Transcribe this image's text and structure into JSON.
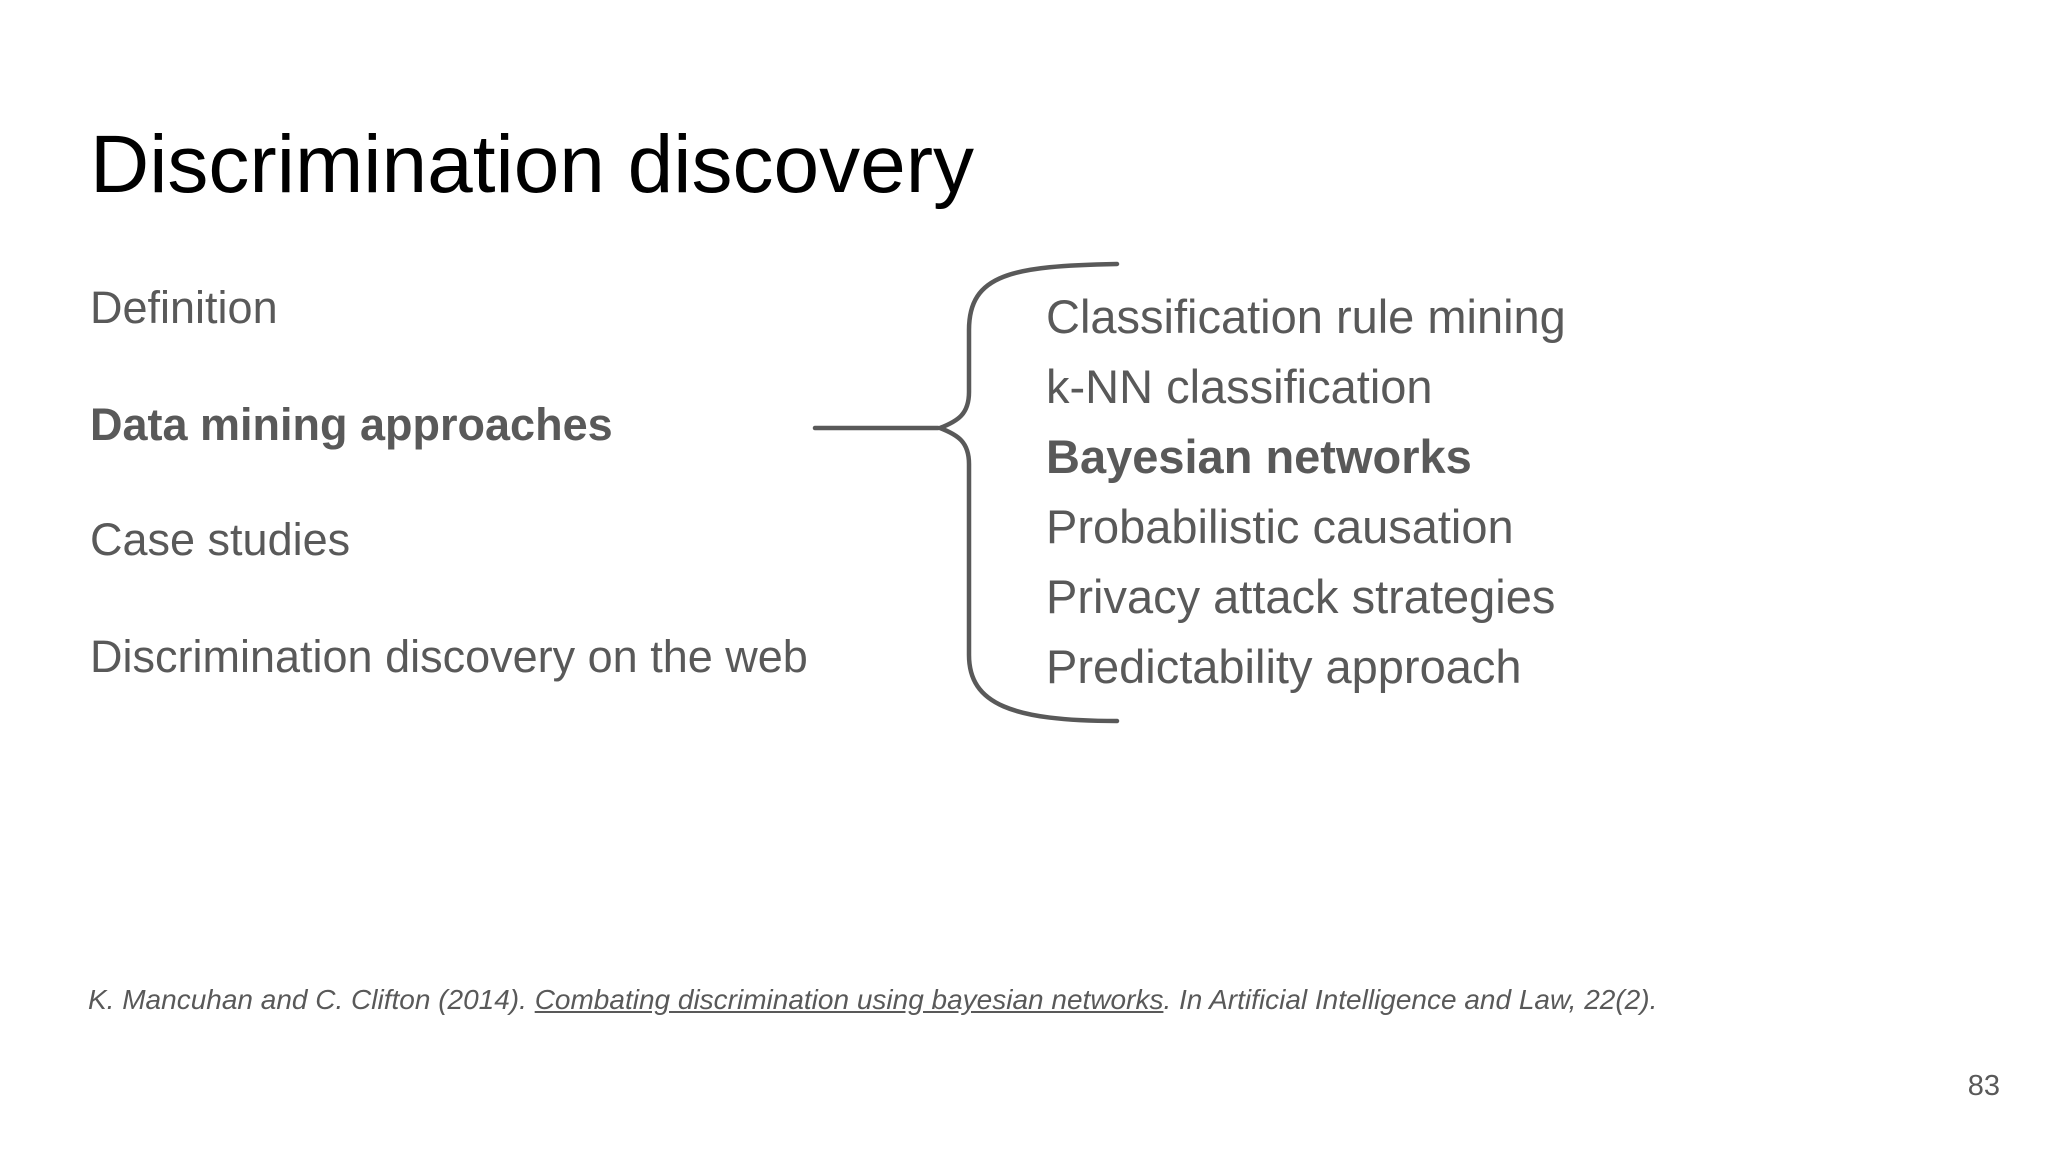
{
  "slide": {
    "title": "Discrimination discovery",
    "outline": [
      {
        "label": "Definition",
        "bold": false
      },
      {
        "label": "Data mining approaches",
        "bold": true
      },
      {
        "label": "Case studies",
        "bold": false
      },
      {
        "label": "Discrimination discovery on the web",
        "bold": false
      }
    ],
    "approaches": [
      {
        "label": "Classification rule mining",
        "bold": false
      },
      {
        "label": "k-NN classification",
        "bold": false
      },
      {
        "label": "Bayesian networks",
        "bold": true
      },
      {
        "label": "Probabilistic causation",
        "bold": false
      },
      {
        "label": "Privacy attack strategies",
        "bold": false
      },
      {
        "label": "Predictability approach",
        "bold": false
      }
    ],
    "citation": {
      "prefix": "K. Mancuhan and C. Clifton (2014). ",
      "link_text": "Combating discrimination using bayesian networks",
      "suffix": ". In Artificial Intelligence and Law, 22(2)."
    },
    "page_number": "83",
    "colors": {
      "title_text": "#000000",
      "body_text": "#595959",
      "graphic_stroke": "#595959",
      "background": "#ffffff"
    }
  }
}
